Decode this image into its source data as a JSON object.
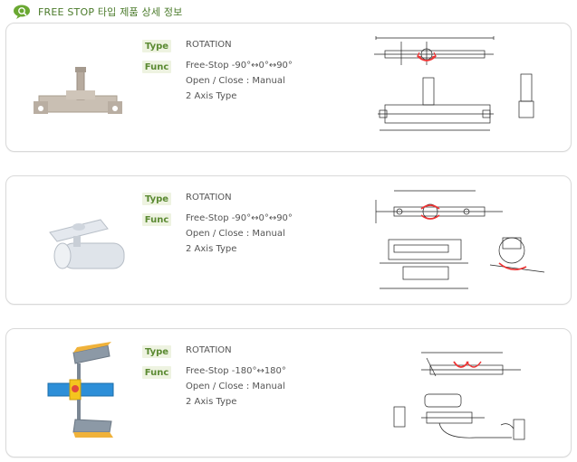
{
  "header": {
    "title": "FREE STOP 타입 제품 상세 정보"
  },
  "products": [
    {
      "type_label": "Type",
      "func_label": "Func",
      "type_value": "ROTATION",
      "func_lines": [
        "Free-Stop -90°↔0°↔90°",
        "Open / Close : Manual",
        "2 Axis Type"
      ]
    },
    {
      "type_label": "Type",
      "func_label": "Func",
      "type_value": "ROTATION",
      "func_lines": [
        "Free-Stop -90°↔0°↔90°",
        "Open / Close : Manual",
        "2 Axis Type"
      ]
    },
    {
      "type_label": "Type",
      "func_label": "Func",
      "type_value": "ROTATION",
      "func_lines": [
        "Free-Stop -180°↔180°",
        "Open / Close : Manual",
        "2 Axis Type"
      ]
    }
  ]
}
